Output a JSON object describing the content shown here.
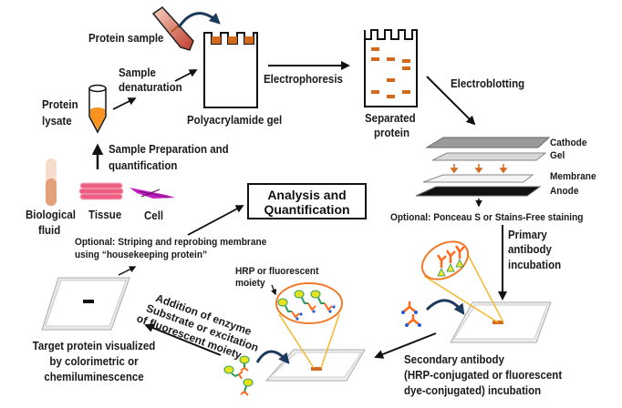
{
  "title": "Western blot workflow",
  "colors": {
    "band": "#d2691e",
    "lysate": "#f7931e",
    "tissue": "#e8557a",
    "cell": "#c21fc2",
    "lens_outline": "#f07a2a",
    "lens_lines": "#f5b82e",
    "curved_arrow": "#1c3a5e",
    "antibody_primary": "#ff6a1a",
    "antibody_tip": "#2a5bd7",
    "antigen": "#e8e82a",
    "secondary_stem": "#2e9a5a",
    "hrp": "#e4e41e"
  },
  "labels": {
    "protein_sample": "Protein sample",
    "sample_denaturation": [
      "Sample",
      "denaturation"
    ],
    "protein_lysate": [
      "Protein",
      "lysate"
    ],
    "polyacrylamide_gel": "Polyacrylamide gel",
    "electrophoresis": "Electrophoresis",
    "separated_protein": [
      "Separated",
      "protein"
    ],
    "electroblotting": "Electroblotting",
    "sample_prep": [
      "Sample Preparation and",
      "quantification"
    ],
    "biological_fluid": [
      "Biological",
      "fluid"
    ],
    "tissue": "Tissue",
    "cell": "Cell",
    "stack_layers": [
      "Cathode",
      "Gel",
      "Membrane",
      "Anode"
    ],
    "optional_ponceau": "Optional: Ponceau S or Stains-Free staining",
    "analysis_box": [
      "Analysis and",
      "Quantification"
    ],
    "optional_striping": [
      "Optional: Striping and reprobing membrane",
      "using “housekeeping protein”"
    ],
    "primary_incubation": [
      "Primary",
      "antibody",
      "incubation"
    ],
    "hrp_moiety": [
      "HRP or fluorescent",
      "moiety"
    ],
    "addition_enzyme": [
      "Addition of enzyme",
      "Substrate or excitation",
      "of fluorescent moiety"
    ],
    "target_visualized": [
      "Target protein visualized",
      "by colorimetric or",
      "chemiluminescence"
    ],
    "secondary_incubation": [
      "Secondary antibody",
      "(HRP-conjugated or fluorescent",
      "dye-conjugated) incubation"
    ]
  }
}
